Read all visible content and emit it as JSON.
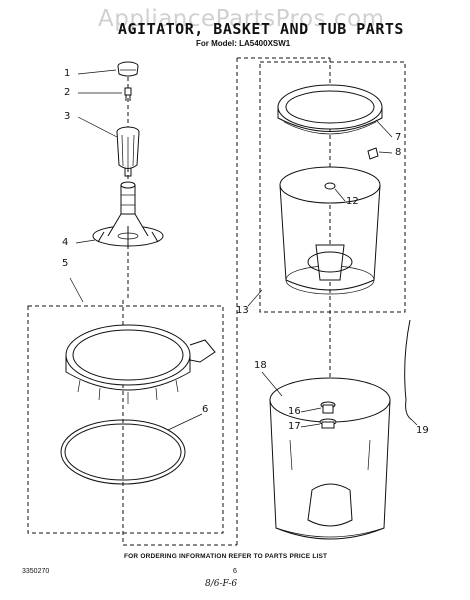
{
  "watermark": "AppliancePartsPros.com",
  "header": {
    "title": "AGITATOR, BASKET AND TUB PARTS",
    "subtitle": "For Model: LA5400XSW1"
  },
  "callouts": [
    "1",
    "2",
    "3",
    "4",
    "5",
    "6",
    "7",
    "8",
    "12",
    "13",
    "16",
    "17",
    "18",
    "19"
  ],
  "footer": {
    "ordering_info": "FOR ORDERING INFORMATION REFER TO PARTS PRICE LIST",
    "doc_number": "3350270",
    "page_number": "6",
    "handwritten_date": "8/6-F-6"
  },
  "colors": {
    "ink": "#111111",
    "watermark": "#969696",
    "background": "#ffffff"
  }
}
